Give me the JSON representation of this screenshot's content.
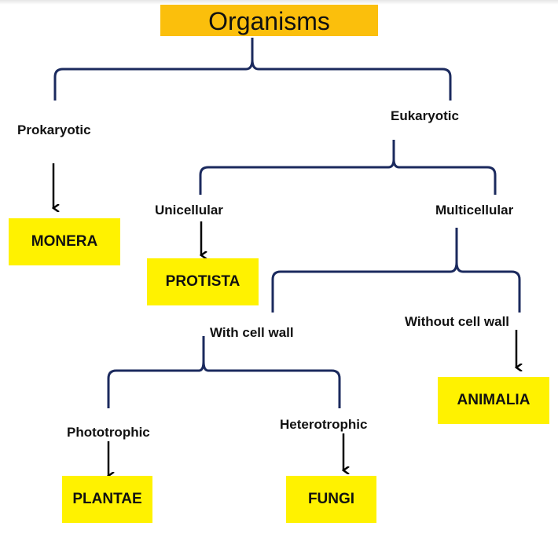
{
  "diagram": {
    "title": "Organisms",
    "colors": {
      "title_fill": "#fbbf0c",
      "kingdom_fill": "#fff200",
      "bracket_stroke": "#1b2a5e",
      "arrow_stroke": "#000000"
    },
    "branches": {
      "prokaryotic": "Prokaryotic",
      "eukaryotic": "Eukaryotic",
      "unicellular": "Unicellular",
      "multicellular": "Multicellular",
      "with_cell_wall": "With cell wall",
      "without_cell_wall": "Without cell wall",
      "phototrophic": "Phototrophic",
      "heterotrophic": "Heterotrophic"
    },
    "kingdoms": {
      "monera": "MONERA",
      "protista": "PROTISTA",
      "animalia": "ANIMALIA",
      "plantae": "PLANTAE",
      "fungi": "FUNGI"
    }
  }
}
